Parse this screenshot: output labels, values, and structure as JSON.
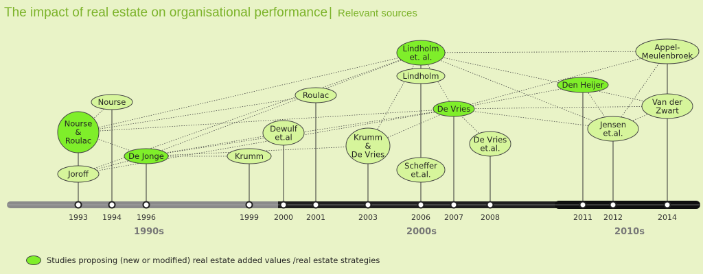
{
  "header": {
    "title": "The impact of real estate on organisational performance",
    "separator": "|",
    "subtitle": "Relevant sources"
  },
  "legend": {
    "label": "Studies proposing (new or modified) real estate added values /real estate strategies"
  },
  "colors": {
    "background": "#e9f3c7",
    "node_proposing": "#7fee2a",
    "node_other": "#d6f59b",
    "title": "#7cb32a",
    "timeline_light": "#8a8a8a",
    "timeline_dark": "#1e1e1e",
    "decade_label": "#777777"
  },
  "decades": [
    "1990s",
    "2000s",
    "2010s"
  ],
  "years": [
    "1993",
    "1994",
    "1996",
    "1999",
    "2000",
    "2001",
    "2003",
    "2006",
    "2007",
    "2008",
    "2011",
    "2012",
    "2014"
  ],
  "nodes": [
    {
      "id": "nourse_roulac",
      "lines": [
        "Nourse",
        "&",
        "Roulac"
      ],
      "year": "1993",
      "proposing": true
    },
    {
      "id": "joroff",
      "lines": [
        "Joroff"
      ],
      "year": "1993",
      "proposing": false
    },
    {
      "id": "nourse",
      "lines": [
        "Nourse"
      ],
      "year": "1994",
      "proposing": false
    },
    {
      "id": "dejonge",
      "lines": [
        "De Jonge"
      ],
      "year": "1996",
      "proposing": true
    },
    {
      "id": "krumm",
      "lines": [
        "Krumm"
      ],
      "year": "1999",
      "proposing": false
    },
    {
      "id": "dewulf",
      "lines": [
        "Dewulf",
        "et.al"
      ],
      "year": "2000",
      "proposing": false
    },
    {
      "id": "roulac",
      "lines": [
        "Roulac"
      ],
      "year": "2001",
      "proposing": false
    },
    {
      "id": "krumm_devries",
      "lines": [
        "Krumm",
        "&",
        "De Vries"
      ],
      "year": "2003",
      "proposing": false
    },
    {
      "id": "lindholm_etal",
      "lines": [
        "Lindholm",
        "et. al."
      ],
      "year": "2006",
      "proposing": true
    },
    {
      "id": "lindholm",
      "lines": [
        "Lindholm"
      ],
      "year": "2006",
      "proposing": false
    },
    {
      "id": "scheffer",
      "lines": [
        "Scheffer",
        "et.al."
      ],
      "year": "2006",
      "proposing": false
    },
    {
      "id": "devries",
      "lines": [
        "De Vries"
      ],
      "year": "2007",
      "proposing": true
    },
    {
      "id": "devries_etal",
      "lines": [
        "De Vries",
        "et.al."
      ],
      "year": "2008",
      "proposing": false
    },
    {
      "id": "denheijer",
      "lines": [
        "Den Heijer"
      ],
      "year": "2011",
      "proposing": true
    },
    {
      "id": "jensen",
      "lines": [
        "Jensen",
        "et.al."
      ],
      "year": "2012",
      "proposing": false
    },
    {
      "id": "appel",
      "lines": [
        "Appel-",
        "Meulenbroek"
      ],
      "year": "2014",
      "proposing": false
    },
    {
      "id": "vanderzwart",
      "lines": [
        "Van der",
        "Zwart"
      ],
      "year": "2014",
      "proposing": false
    }
  ],
  "links": [
    [
      "nourse_roulac",
      "nourse"
    ],
    [
      "nourse_roulac",
      "dejonge"
    ],
    [
      "joroff",
      "dejonge"
    ],
    [
      "joroff",
      "lindholm_etal"
    ],
    [
      "joroff",
      "devries"
    ],
    [
      "dejonge",
      "krumm"
    ],
    [
      "dejonge",
      "dewulf"
    ],
    [
      "dejonge",
      "krumm_devries"
    ],
    [
      "dejonge",
      "devries"
    ],
    [
      "dejonge",
      "lindholm_etal"
    ],
    [
      "nourse_roulac",
      "roulac"
    ],
    [
      "nourse_roulac",
      "lindholm_etal"
    ],
    [
      "nourse_roulac",
      "devries"
    ],
    [
      "krumm_devries",
      "lindholm_etal"
    ],
    [
      "krumm_devries",
      "devries"
    ],
    [
      "lindholm_etal",
      "appel"
    ],
    [
      "lindholm_etal",
      "devries"
    ],
    [
      "lindholm_etal",
      "jensen"
    ],
    [
      "lindholm_etal",
      "vanderzwart"
    ],
    [
      "devries",
      "denheijer"
    ],
    [
      "devries",
      "jensen"
    ],
    [
      "devries",
      "vanderzwart"
    ],
    [
      "devries",
      "devries_etal"
    ],
    [
      "devries",
      "appel"
    ],
    [
      "denheijer",
      "jensen"
    ],
    [
      "jensen",
      "vanderzwart"
    ],
    [
      "appel",
      "jensen"
    ]
  ]
}
